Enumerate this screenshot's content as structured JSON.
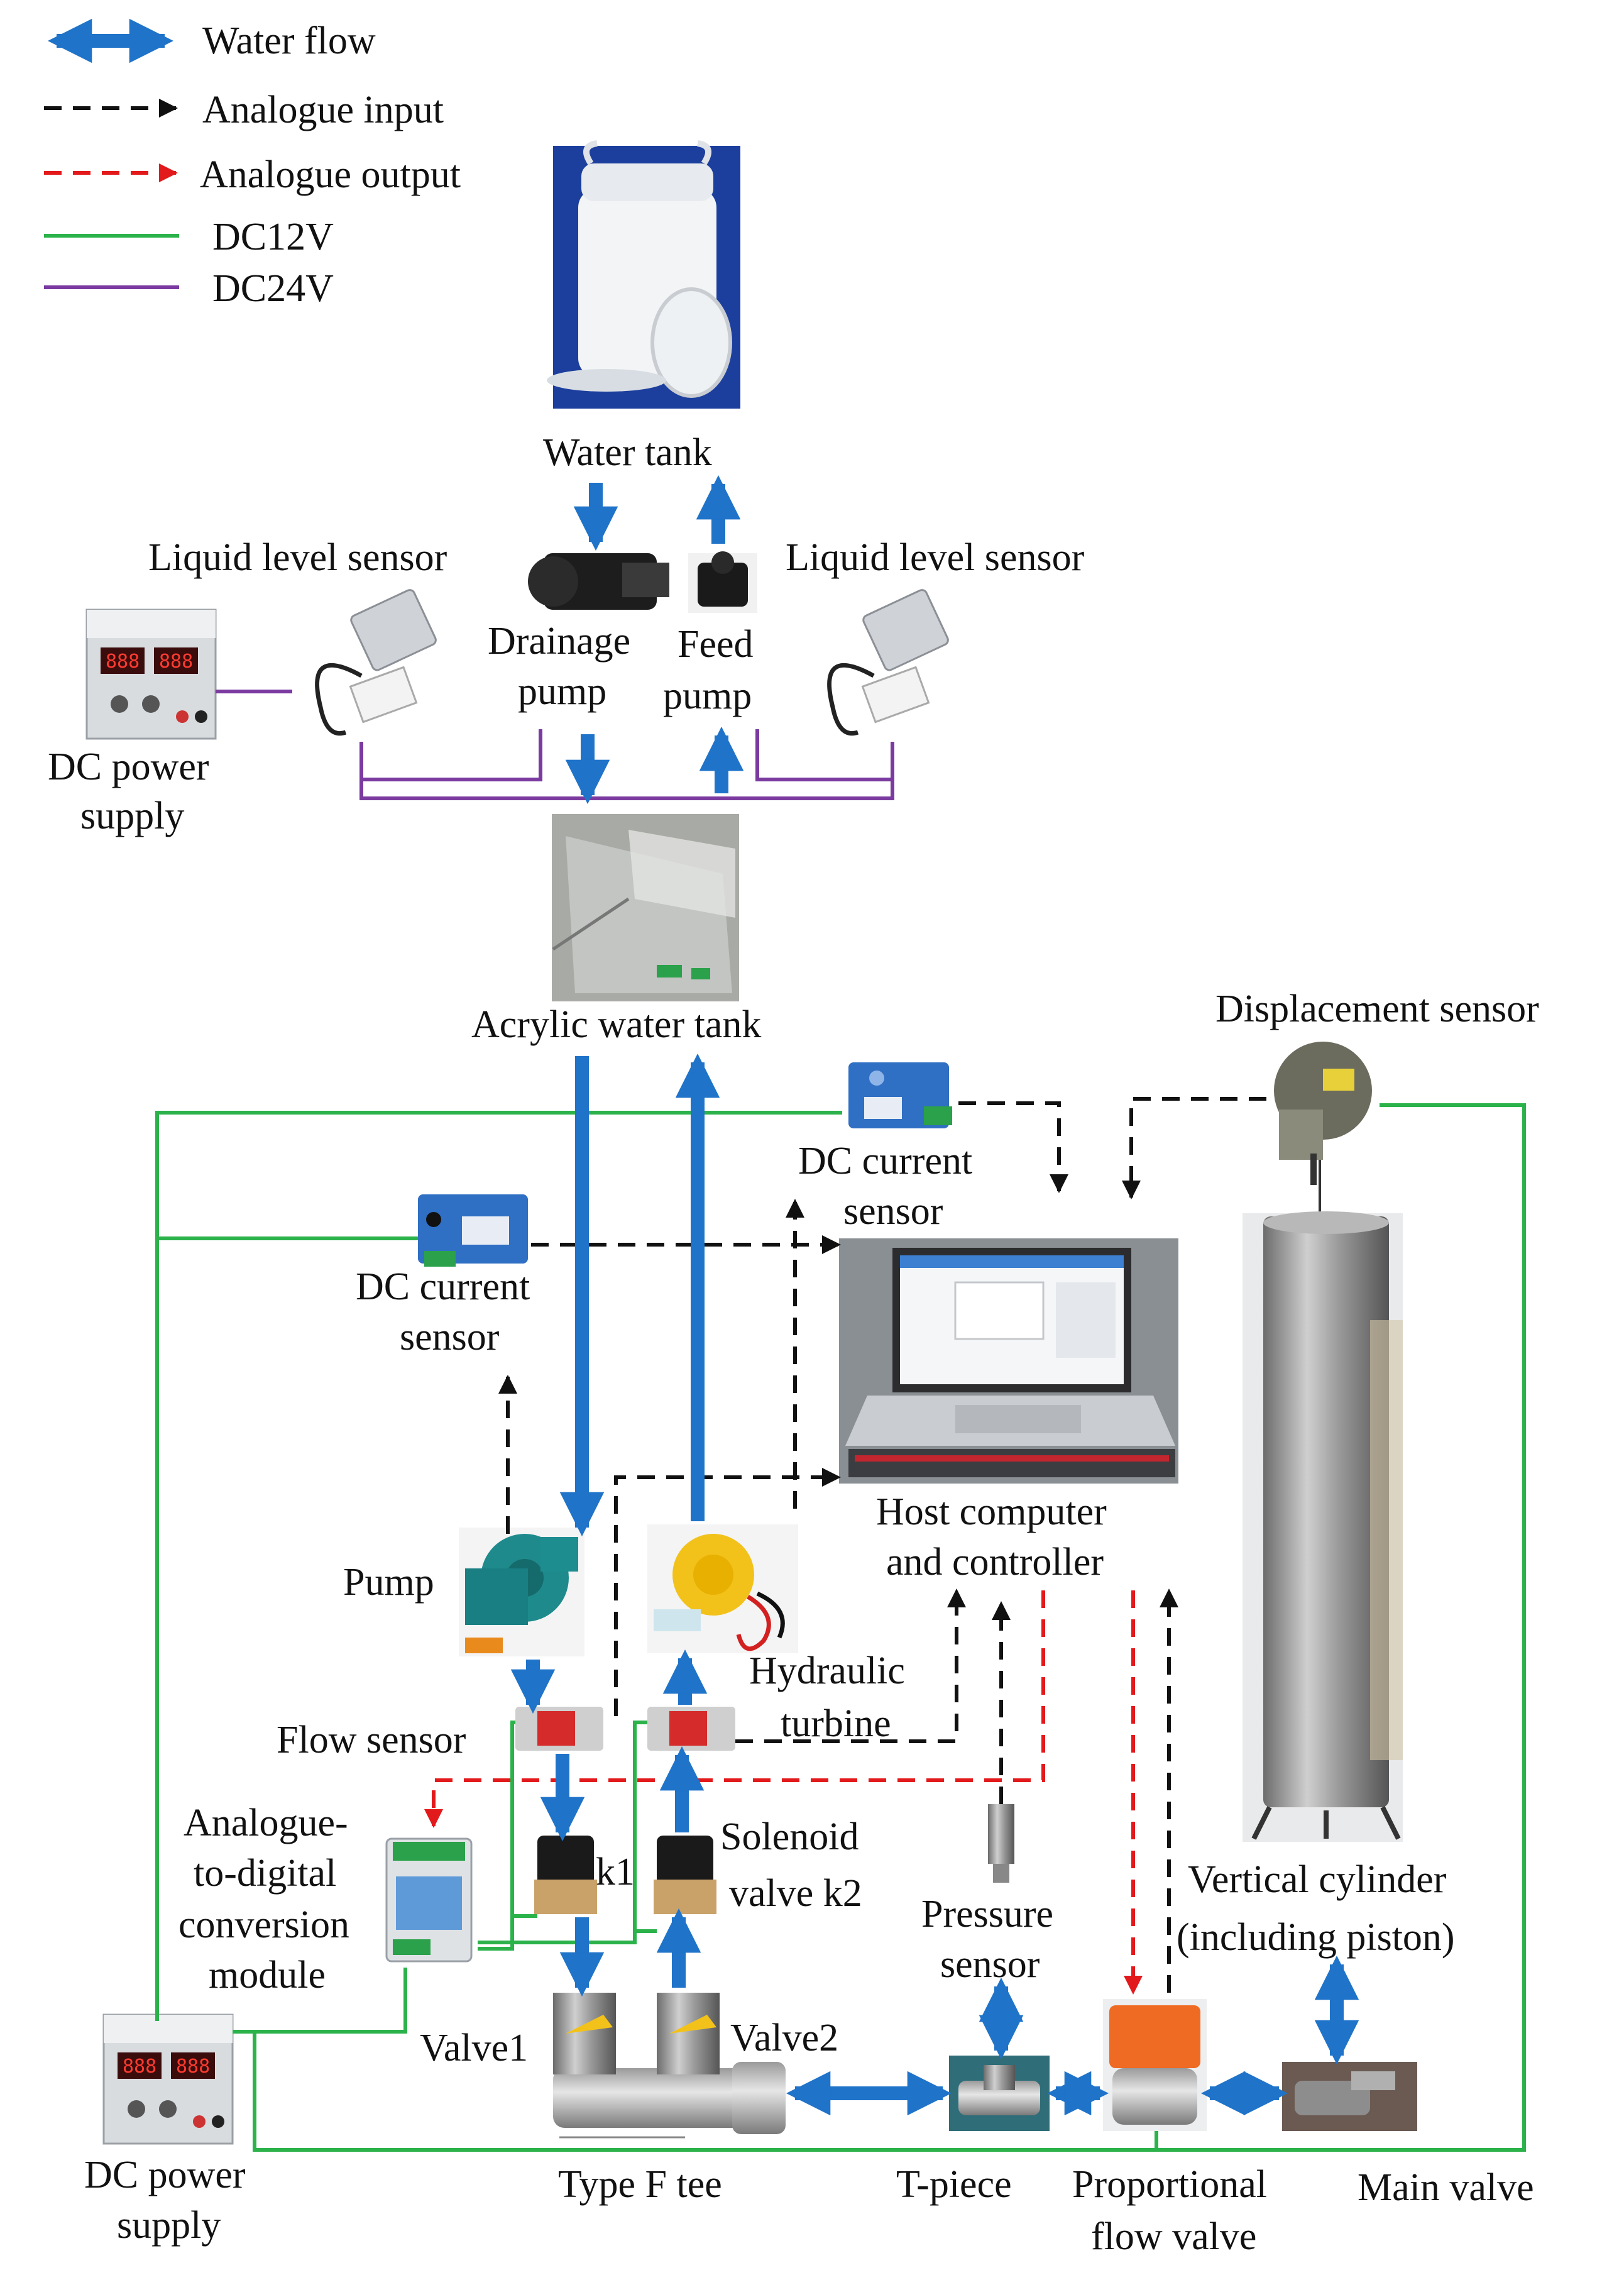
{
  "legend": {
    "water_flow": "Water flow",
    "analogue_input": "Analogue input",
    "analogue_output": "Analogue output",
    "dc12v": "DC12V",
    "dc24v": "DC24V"
  },
  "labels": {
    "water_tank": "Water tank",
    "liquid_level_sensor_left": "Liquid level sensor",
    "liquid_level_sensor_right": "Liquid level sensor",
    "drainage": "Drainage",
    "drainage_pump": "pump",
    "feed": "Feed",
    "feed_pump": "pump",
    "dc_power_supply_top_1": "DC power",
    "dc_power_supply_top_2": "supply",
    "acrylic_water_tank": "Acrylic water tank",
    "displacement_sensor": "Displacement sensor",
    "dc_current_sensor_right_1": "DC current",
    "dc_current_sensor_right_2": "sensor",
    "dc_current_sensor_left_1": "DC current",
    "dc_current_sensor_left_2": "sensor",
    "host_computer_1": "Host computer",
    "host_computer_2": "and controller",
    "pump": "Pump",
    "hydraulic_turbine_1": "Hydraulic",
    "hydraulic_turbine_2": "turbine",
    "flow_sensor": "Flow sensor",
    "adc_1": "Analogue-",
    "adc_2": "to-digital",
    "adc_3": "conversion",
    "adc_4": "module",
    "k1": "k1",
    "solenoid_valve_1": "Solenoid",
    "solenoid_valve_2": "valve k2",
    "pressure_sensor_1": "Pressure",
    "pressure_sensor_2": "sensor",
    "vertical_cylinder_1": "Vertical cylinder",
    "vertical_cylinder_2": "(including piston)",
    "valve1": "Valve1",
    "valve2": "Valve2",
    "dc_power_supply_bottom_1": "DC power",
    "dc_power_supply_bottom_2": "supply",
    "type_f_tee": "Type F tee",
    "t_piece": "T-piece",
    "proportional_flow_valve_1": "Proportional",
    "proportional_flow_valve_2": "flow valve",
    "main_valve": "Main valve"
  },
  "colors": {
    "water_flow": "#1f73c9",
    "analogue_input": "#111111",
    "analogue_output": "#e31a1c",
    "dc12v": "#2bb24a",
    "dc24v": "#7b3aa0"
  }
}
